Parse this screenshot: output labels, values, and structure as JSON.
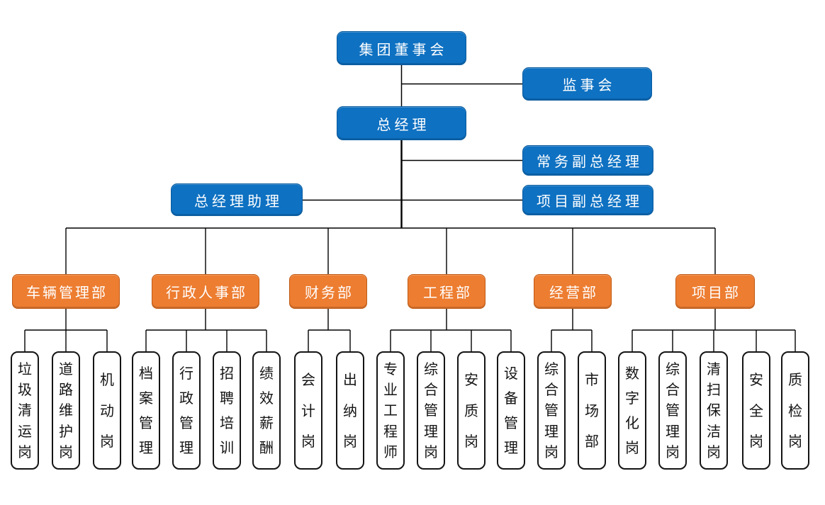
{
  "diagram_type": "org-chart",
  "top": {
    "board": "集团董事会",
    "supervisory": "监事会",
    "gm": "总经理",
    "exec_deputy_gm": "常务副总经理",
    "project_deputy_gm": "项目副总经理",
    "gm_assistant": "总经理助理"
  },
  "departments": [
    {
      "label": "车辆管理部",
      "positions": [
        "垃圾清运岗",
        "道路维护岗",
        "机动岗"
      ]
    },
    {
      "label": "行政人事部",
      "positions": [
        "档案管理",
        "行政管理",
        "招聘培训",
        "绩效薪酬"
      ]
    },
    {
      "label": "财务部",
      "positions": [
        "会计岗",
        "出纳岗"
      ]
    },
    {
      "label": "工程部",
      "positions": [
        "专业工程师",
        "综合管理岗",
        "安质岗",
        "设备管理"
      ]
    },
    {
      "label": "经营部",
      "positions": [
        "综合管理岗",
        "市场部"
      ]
    },
    {
      "label": "项目部",
      "positions": [
        "数字化岗",
        "综合管理岗",
        "清扫保洁岗",
        "安全岗",
        "质检岗"
      ]
    }
  ],
  "colors": {
    "executive_fill": "#0E71C2",
    "executive_border": "#0A5B9E",
    "department_fill": "#ED7D31",
    "department_border": "#C05A15",
    "position_fill": "#FFFFFF",
    "position_border": "#141414",
    "connector_line": "#000000",
    "text_on_color": "#FFFFFF",
    "text_on_white": "#141414"
  }
}
